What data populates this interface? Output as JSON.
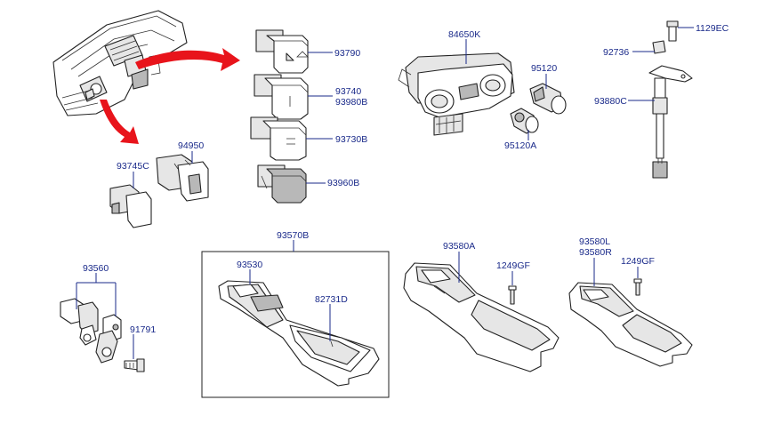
{
  "labels": {
    "p93790": "93790",
    "p93740": "93740",
    "p93980B": "93980B",
    "p93730B": "93730B",
    "p93960B": "93960B",
    "p94950": "94950",
    "p93745C": "93745C",
    "p84650K": "84650K",
    "p95120": "95120",
    "p95120A": "95120A",
    "p1129EC": "1129EC",
    "p92736": "92736",
    "p93880C": "93880C",
    "p93570B": "93570B",
    "p93530": "93530",
    "p82731D": "82731D",
    "p93560": "93560",
    "p91791": "91791",
    "p93580A": "93580A",
    "p1249GF_a": "1249GF",
    "p93580L": "93580L",
    "p93580R": "93580R",
    "p1249GF_b": "1249GF"
  },
  "colors": {
    "label": "#1a2a8a",
    "arrow": "#e8141b",
    "line": "#222222"
  }
}
